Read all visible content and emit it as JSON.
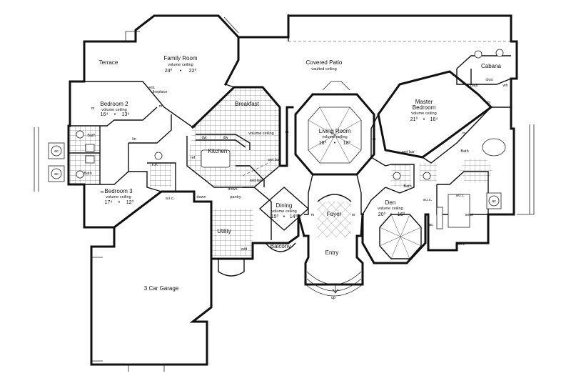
{
  "rooms": {
    "family_room": {
      "name": "Family Room",
      "note": "volume ceiling",
      "dim_a": "24⁰",
      "dim_b": "22⁰"
    },
    "covered_patio": {
      "name": "Covered Patio",
      "note": "vaulted ceiling"
    },
    "terrace": {
      "name": "Terrace"
    },
    "cabana": {
      "name": "Cabana"
    },
    "bedroom2": {
      "name": "Bedroom 2",
      "note": "volume ceiling",
      "dim_a": "16⁴",
      "dim_b": "13⁶"
    },
    "breakfast": {
      "name": "Breakfast"
    },
    "kitchen": {
      "name": "Kitchen",
      "note": "volume ceiling"
    },
    "living_room": {
      "name": "Living Room",
      "note": "volume ceiling",
      "dim_a": "18⁰",
      "dim_b": "18⁰"
    },
    "master_bedroom": {
      "name": "Master Bedroom",
      "name_line1": "Master",
      "name_line2": "Bedroom",
      "note": "volume ceiling",
      "dim_a": "21⁰",
      "dim_b": "16⁴"
    },
    "bedroom3": {
      "name": "Bedroom 3",
      "note": "volume ceiling",
      "dim_a": "17⁴",
      "dim_b": "12⁰"
    },
    "dining": {
      "name": "Dining",
      "note": "volume ceiling",
      "dim_a": "15⁰",
      "dim_b": "14⁰"
    },
    "foyer": {
      "name": "Foyer"
    },
    "den": {
      "name": "Den",
      "note": "volume ceiling",
      "dim_a": "20⁰",
      "dim_b": "16⁰"
    },
    "utility": {
      "name": "Utility"
    },
    "balcony": {
      "name": "Balcony"
    },
    "entry": {
      "name": "Entry"
    },
    "garage": {
      "name": "3 Car Garage"
    }
  },
  "labels": {
    "bath": "Bath",
    "pbath": "P.Bath",
    "fireplace": "fireplace",
    "ent": "ent.",
    "wic": "w.i.c.",
    "wetbar": "wet bar",
    "pantry": "pantry",
    "down": "down",
    "up": "up",
    "dw": "dw",
    "ref": "ref",
    "shelf": "shelf",
    "seat": "seat",
    "ac": "ac",
    "clos": "clos.",
    "wh": "wh",
    "wd": "w/d",
    "fp": "F.P.",
    "lin": "lin",
    "m": "m",
    "dot": "•"
  }
}
